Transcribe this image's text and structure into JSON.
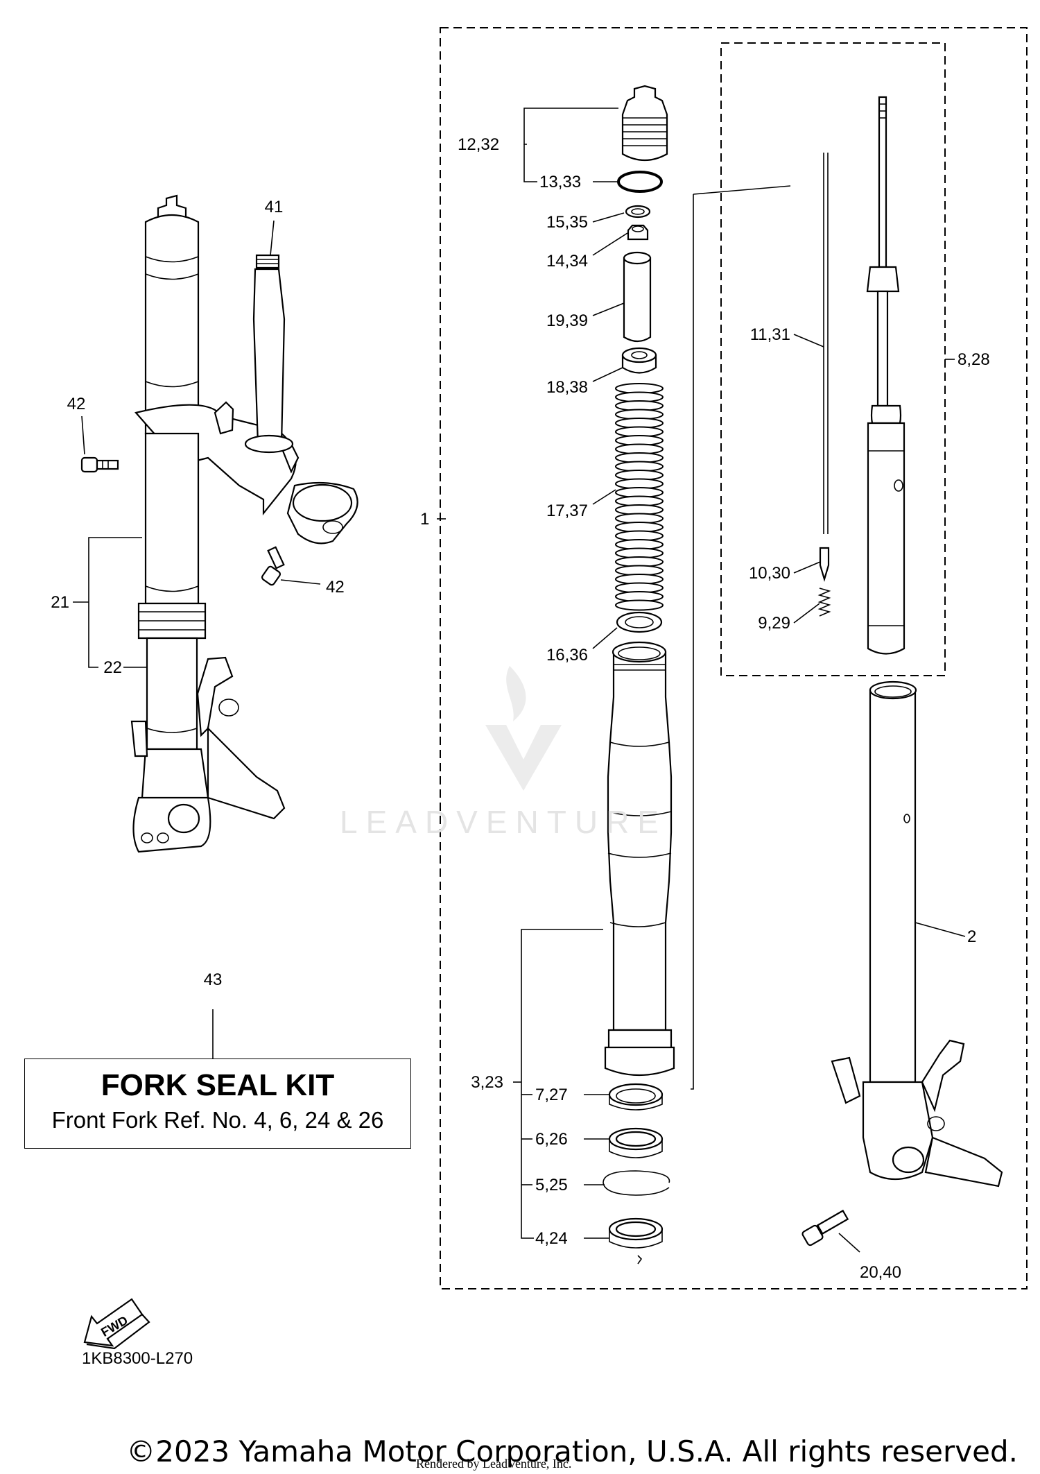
{
  "callouts": {
    "c41": "41",
    "c42a": "42",
    "c42b": "42",
    "c21": "21",
    "c22": "22",
    "c43": "43",
    "c1": "1",
    "c2": "2",
    "c1232": "12,32",
    "c1333": "13,33",
    "c1535": "15,35",
    "c1434": "14,34",
    "c1939": "19,39",
    "c1838": "18,38",
    "c1737": "17,37",
    "c1636": "16,36",
    "c323": "3,23",
    "c727": "7,27",
    "c626": "6,26",
    "c525": "5,25",
    "c424": "4,24",
    "c1131": "11,31",
    "c828": "8,28",
    "c1030": "10,30",
    "c929": "9,29",
    "c2040": "20,40"
  },
  "kit": {
    "title": "FORK SEAL KIT",
    "subtitle": "Front Fork Ref. No. 4, 6, 24 & 26"
  },
  "fwd_label": "FWD",
  "diagram_code": "1KB8300-L270",
  "watermark": "LEADVENTURE",
  "copyright": "©2023 Yamaha Motor Corporation, U.S.A. All rights reserved.",
  "rendered_by": "Rendered by LeadVenture, Inc."
}
